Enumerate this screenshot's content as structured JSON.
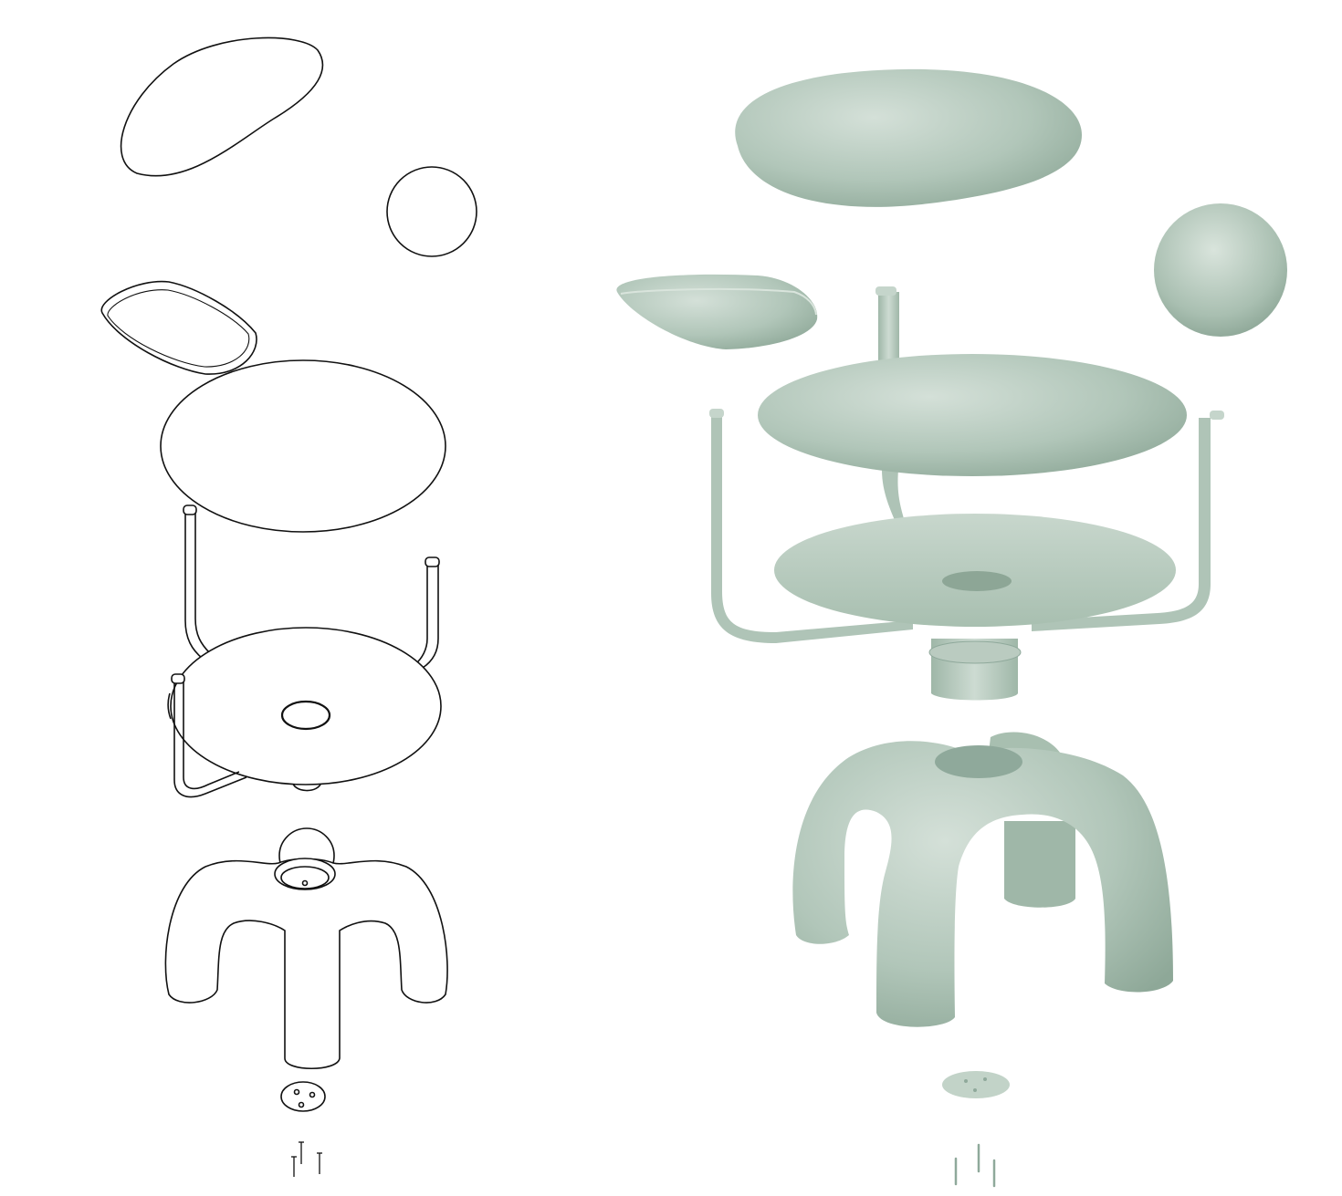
{
  "diagram": {
    "views": [
      {
        "id": "line-drawing",
        "style": "outline"
      },
      {
        "id": "rendered-model",
        "style": "shaded"
      }
    ],
    "parts": [
      "backrest-cushion",
      "ball-knob",
      "armrest-pad",
      "seat-cushion",
      "frame",
      "seat-base-plate",
      "tripod-leg-base",
      "foot-disc",
      "screws"
    ],
    "colors": {
      "shaded": "#b9cbc0",
      "shaded_dark": "#8fa99b",
      "shaded_light": "#d7e3db",
      "outline": "#111111"
    }
  }
}
